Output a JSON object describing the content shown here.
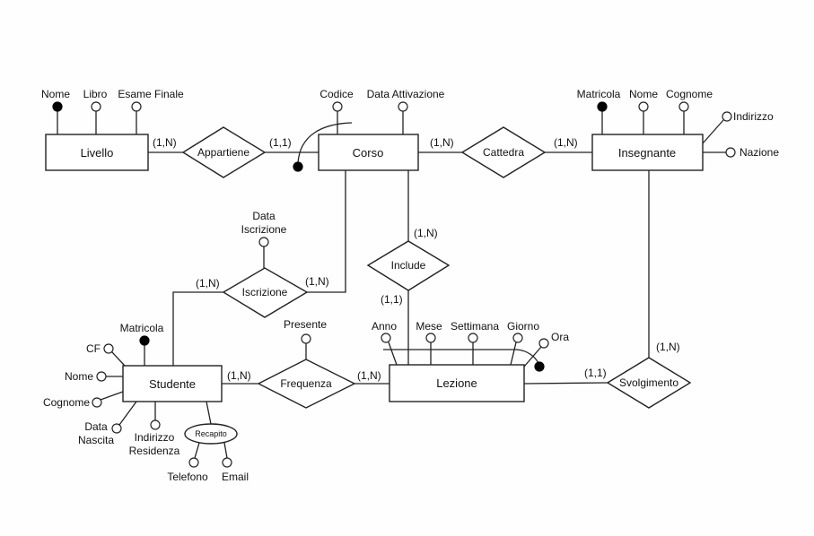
{
  "diagram": {
    "type": "ER diagram",
    "entities": [
      {
        "id": "livello",
        "name": "Livello",
        "attributes": [
          {
            "name": "Nome",
            "key": true
          },
          {
            "name": "Libro",
            "key": false
          },
          {
            "name": "Esame Finale",
            "key": false
          }
        ]
      },
      {
        "id": "corso",
        "name": "Corso",
        "attributes": [
          {
            "name": "Codice",
            "key": false
          },
          {
            "name": "Data Attivazione",
            "key": false
          }
        ],
        "external_identifier": "Appartiene"
      },
      {
        "id": "insegnante",
        "name": "Insegnante",
        "attributes": [
          {
            "name": "Matricola",
            "key": true
          },
          {
            "name": "Nome",
            "key": false
          },
          {
            "name": "Cognome",
            "key": false
          },
          {
            "name": "Indirizzo",
            "key": false
          },
          {
            "name": "Nazione",
            "key": false
          }
        ]
      },
      {
        "id": "studente",
        "name": "Studente",
        "attributes": [
          {
            "name": "Matricola",
            "key": true
          },
          {
            "name": "CF",
            "key": false
          },
          {
            "name": "Nome",
            "key": false
          },
          {
            "name": "Cognome",
            "key": false
          },
          {
            "name": "Data Nascita",
            "key": false,
            "lines": [
              "Data",
              "Nascita"
            ]
          },
          {
            "name": "Indirizzo Residenza",
            "key": false,
            "lines": [
              "Indirizzo",
              "Residenza"
            ]
          }
        ],
        "composite": {
          "name": "Recapito",
          "attributes": [
            "Telefono",
            "Email"
          ]
        }
      },
      {
        "id": "lezione",
        "name": "Lezione",
        "attributes": [
          {
            "name": "Anno",
            "key": false
          },
          {
            "name": "Mese",
            "key": false
          },
          {
            "name": "Settimana",
            "key": false
          },
          {
            "name": "Giorno",
            "key": false
          },
          {
            "name": "Ora",
            "key": false
          }
        ]
      }
    ],
    "relationships": [
      {
        "name": "Appartiene",
        "from": "Livello",
        "from_card": "(1,N)",
        "to": "Corso",
        "to_card": "(1,1)"
      },
      {
        "name": "Cattedra",
        "from": "Corso",
        "from_card": "(1,N)",
        "to": "Insegnante",
        "to_card": "(1,N)"
      },
      {
        "name": "Iscrizione",
        "from": "Studente",
        "from_card": "(1,N)",
        "to": "Corso",
        "to_card": "(1,N)",
        "attributes": [
          {
            "name": "Data Iscrizione",
            "lines": [
              "Data",
              "Iscrizione"
            ]
          }
        ]
      },
      {
        "name": "Include",
        "from": "Corso",
        "from_card": "(1,N)",
        "to": "Lezione",
        "to_card": "(1,1)"
      },
      {
        "name": "Frequenza",
        "from": "Studente",
        "from_card": "(1,N)",
        "to": "Lezione",
        "to_card": "(1,N)",
        "attributes": [
          {
            "name": "Presente"
          }
        ]
      },
      {
        "name": "Svolgimento",
        "from": "Lezione",
        "from_card": "(1,1)",
        "to": "Insegnante",
        "to_card": "(1,N)"
      }
    ]
  }
}
